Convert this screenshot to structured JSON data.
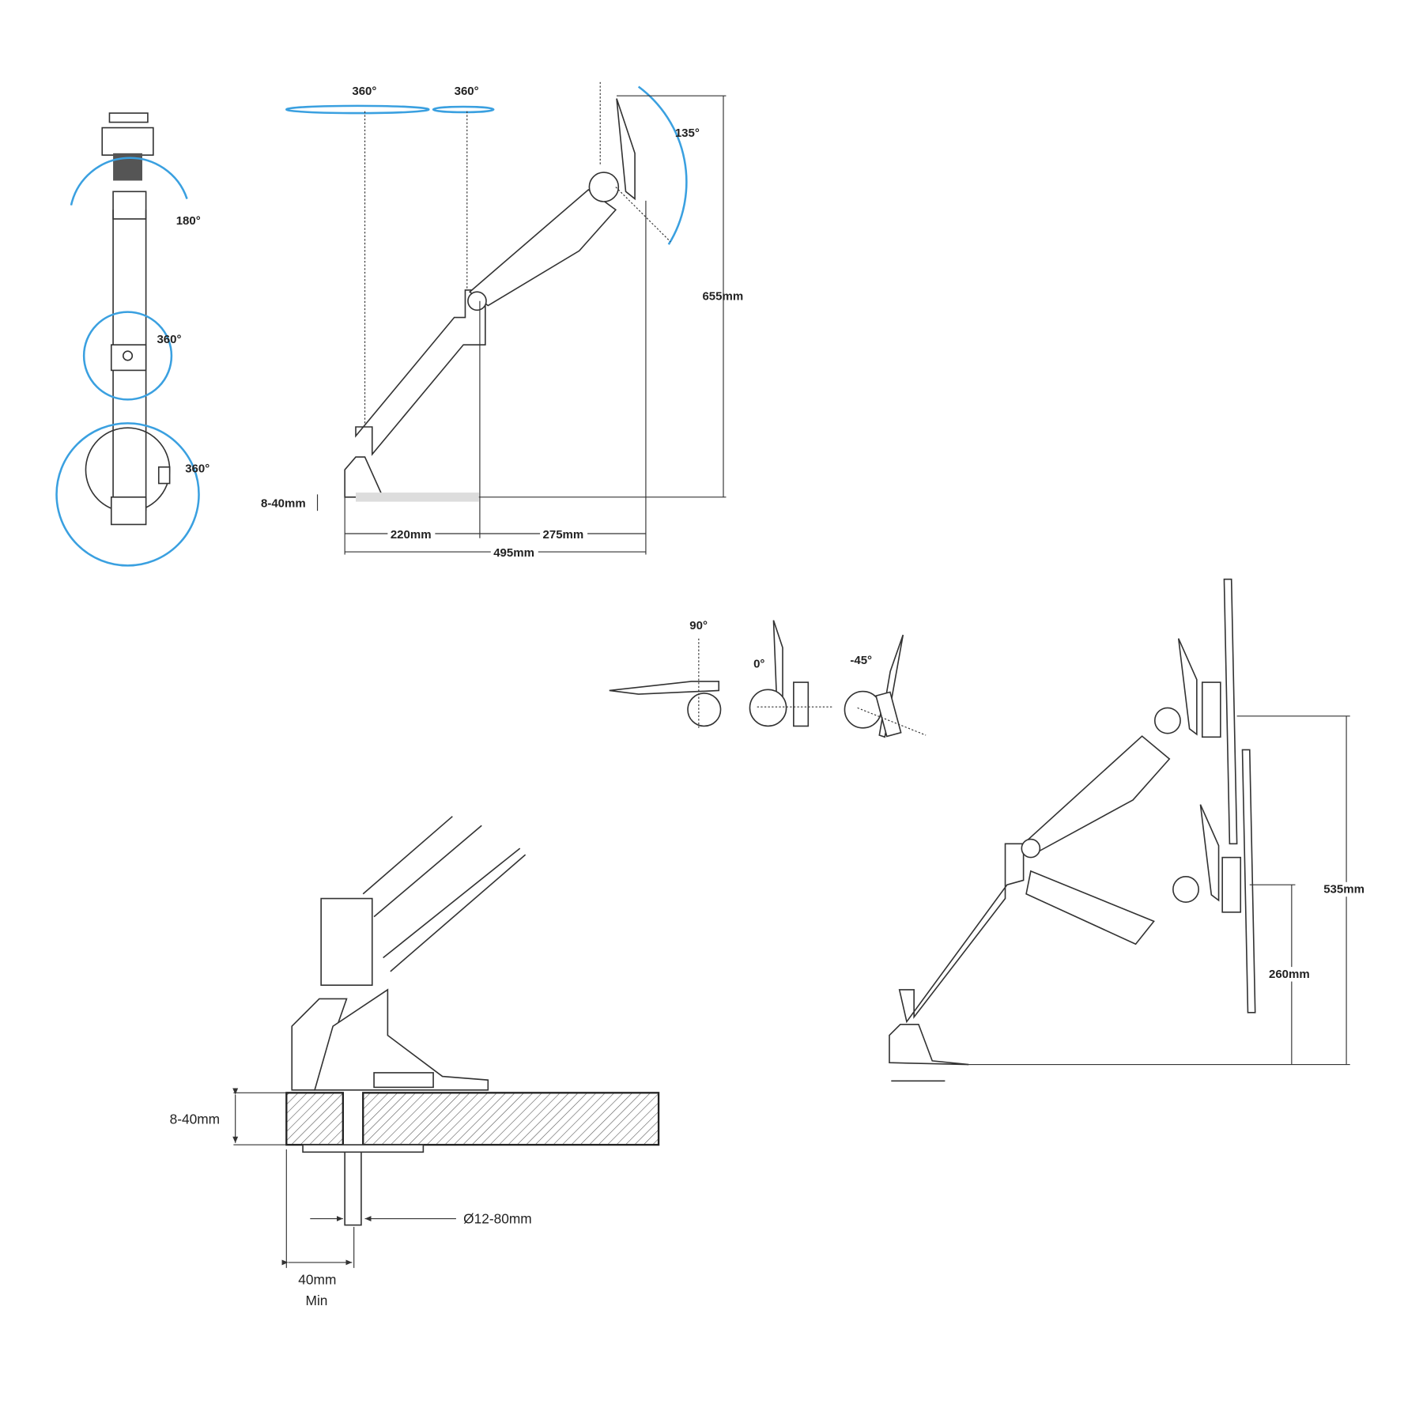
{
  "colors": {
    "accent": "#3aa0e0",
    "line": "#333333"
  },
  "top_view": {
    "rot_head": "180°",
    "rot_mid": "360°",
    "rot_base": "360°"
  },
  "side_view": {
    "rot_top1": "360°",
    "rot_top2": "360°",
    "tilt": "135°",
    "height": "655mm",
    "desk": "8-40mm",
    "d1": "220mm",
    "d2": "275mm",
    "total": "495mm"
  },
  "tilt_views": {
    "a": "90°",
    "b": "0°",
    "c": "-45°"
  },
  "clamp_view": {
    "thickness": "8-40mm",
    "hole": "Ø12-80mm",
    "edge": "40mm",
    "edge_note": "Min"
  },
  "height_view": {
    "max": "535mm",
    "min": "260mm"
  }
}
